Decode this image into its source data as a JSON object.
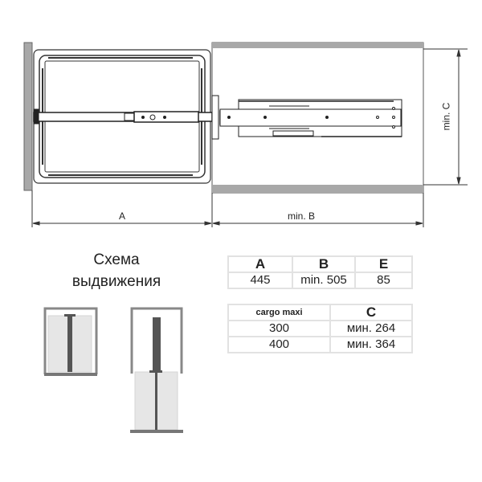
{
  "drawing": {
    "dim_a_label": "A",
    "dim_b_label": "min. B",
    "dim_c_label": "min. C"
  },
  "scheme_title": [
    "Схема",
    "выдвижения"
  ],
  "table_dimensions": {
    "headers": [
      "A",
      "B",
      "E"
    ],
    "values": [
      "445",
      "min. 505",
      "85"
    ]
  },
  "table_cargo": {
    "headers": [
      "cargo maxi",
      "C"
    ],
    "rows": [
      [
        "300",
        "мин. 264"
      ],
      [
        "400",
        "мин. 364"
      ]
    ]
  },
  "colors": {
    "panel": "#a8a8a8",
    "line": "#333333",
    "rail": "#555555",
    "fill": "#e6e6e6"
  }
}
